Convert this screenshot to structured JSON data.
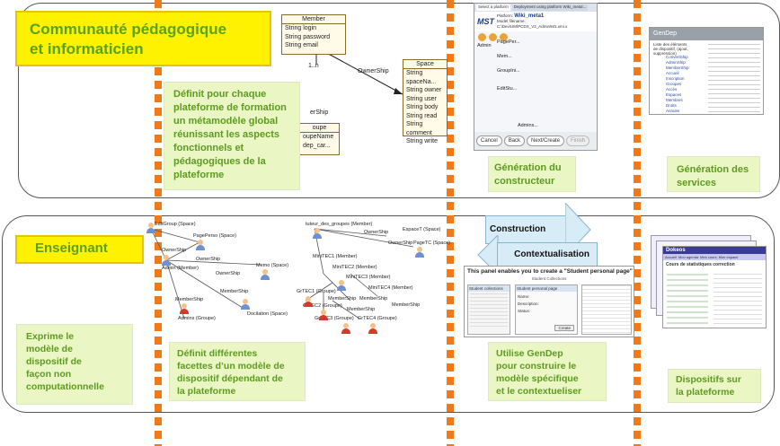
{
  "top_title": "Communauté pédagogique et informaticien",
  "top_title_line1": "Communauté pédagogique",
  "top_title_line2": "et informaticien",
  "bottom_title": "Enseignant",
  "top_row": {
    "metamodel": "Définit pour chaque plateforme de formation un métamodèle global réunissant les aspects fonctionnels et pédagogiques de la plateforme",
    "metamodel_lines": [
      "Définit pour chaque",
      "plateforme de formation",
      "un métamodèle global",
      "réunissant les aspects",
      "fonctionnels et",
      "pédagogiques de la",
      "plateforme"
    ],
    "constructor_lines": [
      "Génération du",
      "constructeur"
    ],
    "services_lines": [
      "Génération des",
      "services"
    ]
  },
  "bottom_row": {
    "expr_lines": [
      "Exprime le",
      "modèle de",
      "dispositif de",
      "façon non",
      "computationnelle"
    ],
    "facets_lines": [
      "Définit différentes",
      "facettes d’un modèle de",
      "dispositif dépendant de",
      "la plateforme"
    ],
    "gendep_lines": [
      "Utilise GenDep",
      "pour construire le",
      "modèle spécifique",
      "et le  contextueliser"
    ],
    "devices_lines": [
      "Dispositifs sur",
      "la plateforme"
    ]
  },
  "arrows": {
    "construction": "Construction",
    "contextualisation": "Contextualisation"
  },
  "uml": {
    "member_title": "Member",
    "member_attrs": [
      "String login",
      "String password",
      "String email"
    ],
    "space_title": "Space",
    "space_attrs": [
      "String spaceNa...",
      "String owner",
      "String user",
      "String body",
      "String read",
      "String comment",
      "String write"
    ],
    "group_title": "oupe",
    "group_attrs": [
      "oupeName",
      "dep_car..."
    ],
    "assoc_ownership": "OwnerShip",
    "assoc_membership": "erShip",
    "multiplicity": "1..n"
  },
  "constructor_shot": {
    "tabs": [
      "Select a platform",
      "Deployment using platform Wiki_metal..."
    ],
    "logo": "MST",
    "platform_label": "Platform:",
    "platform_name": "Wiki_meta1",
    "model_label": "Model filename:",
    "model_path": "C:\\Dev\\UM\\PCDX_V2_Admin\\M1.xmi.x",
    "nodes": [
      "Admin",
      "PagePer...",
      "Mem...",
      "GroupIni...",
      "EditStu...",
      "Admins..."
    ],
    "buttons": [
      "Cancel",
      "Back",
      "Next/Create",
      "Finish"
    ]
  },
  "services_shot": {
    "title": "GenDep",
    "intro": "Liste des éléments de dispositif, (ajout, suppression)",
    "links": [
      "ConvertShip",
      "AdminShip",
      "MemberShip",
      "Accueil",
      "Inscription",
      "Groupes",
      "Accès",
      "Espaces",
      "Membres",
      "Droits",
      "Annuler"
    ]
  },
  "facets": {
    "nodes_left": [
      "EditGroup (Space)",
      "PagePerso (Space)",
      "Admin (Member)",
      "Memo (Space)",
      "Admins (Groupe)",
      "Docilation (Space)"
    ],
    "edges_left": [
      "OwnerShip",
      "OwnerShip",
      "OwnerShip",
      "MemberShip",
      "MemberShip"
    ],
    "nodes_right": [
      "tuteur_des_groupes (Member)",
      "EspaceT (Space)",
      "PageTC (Space)",
      "MiniTEC1 (Member)",
      "MiniTEC2 (Member)",
      "MiniTEC3 (Member)",
      "MiniTEC4 (Member)",
      "GrTEC1 (Groupe)",
      "GrTEC2 (Groupe)",
      "GrTEC3 (Groupe)",
      "GrTEC4 (Groupe)"
    ],
    "edges_right": [
      "OwnerShip",
      "OwnerShip",
      "MemberShip",
      "MemberShip",
      "MemberShip",
      "MemberShip"
    ]
  },
  "gendep_shot": {
    "banner": "This panel enables you to create a \"Student personal page\" for each student",
    "subtitle": "Student Collections",
    "left_title": "Student collections",
    "middle_title": "Student personal page",
    "fields": [
      "Name:",
      "Description:",
      "Status:"
    ],
    "button": "Create"
  },
  "devices_shot": {
    "title": "Dokeos",
    "subtitle": "Cours de statistiques correction",
    "tabs": [
      "Accueil",
      "Mon agenda",
      "Mes cours",
      "Mon espace"
    ]
  },
  "colors": {
    "lane_border": "#555555",
    "dash": "#f07a1a",
    "green_box_bg": "#eaf6c4",
    "green_text": "#5d9b1f",
    "yellow_box": "#fff200",
    "arrow_bg": "#d8ecf7"
  }
}
